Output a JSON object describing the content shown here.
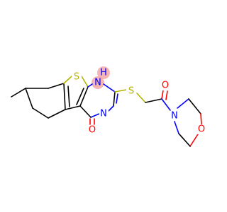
{
  "colors": {
    "background": "#ffffff",
    "bond": "#000000",
    "sulfur": "#b3b300",
    "nitrogen": "#0000ff",
    "oxygen": "#ff0000",
    "highlight": "#f4a8a8"
  },
  "atoms": {
    "s_ring": "S",
    "nh": "H",
    "nh_n": "N",
    "n_ring": "N",
    "s_thio": "S",
    "o_amide": "O",
    "n_morph": "N",
    "o_morph": "O",
    "o_keto": "O"
  }
}
